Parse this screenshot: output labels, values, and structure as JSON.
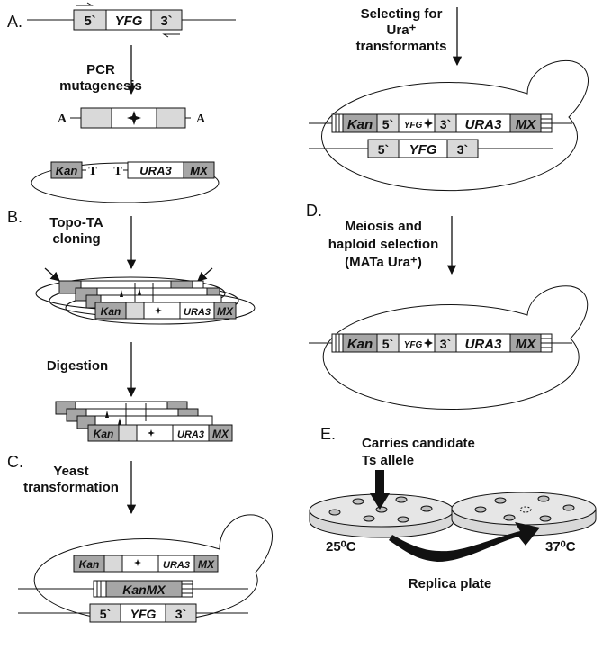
{
  "steps": {
    "a": "A.",
    "b": "B.",
    "c": "C.",
    "d": "D.",
    "e": "E."
  },
  "captions": {
    "pcr_line1": "PCR",
    "pcr_line2": "mutagenesis",
    "topo_line1": "Topo-TA",
    "topo_line2": "cloning",
    "digestion": "Digestion",
    "yeast_line1": "Yeast",
    "yeast_line2": "transformation",
    "select_line1": "Selecting for",
    "select_line2": "Ura⁺",
    "select_line3": "transformants",
    "meiosis_line1": "Meiosis and",
    "meiosis_line2": "haploid selection",
    "meiosis_line3": "(MATa Ura⁺)",
    "carries_line1": "Carries candidate",
    "carries_line2": "Ts allele",
    "temp_left": "25⁰C",
    "temp_right": "37⁰C",
    "replica": "Replica plate"
  },
  "genes": {
    "five": "5`",
    "three": "3`",
    "yfg": "YFG",
    "kan": "Kan",
    "ura3": "URA3",
    "mx": "MX",
    "kanmx": "KanMX",
    "a_overhang": "A",
    "t_overhang": "T"
  },
  "colors": {
    "dark_gray": "#a6a6a6",
    "light_gray": "#d9d9d9",
    "white": "#ffffff",
    "ink": "#111111"
  }
}
